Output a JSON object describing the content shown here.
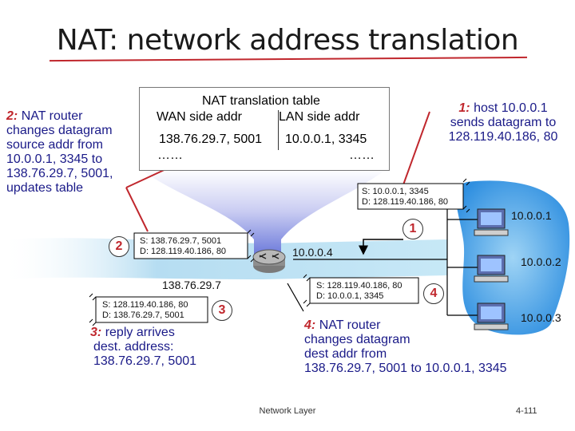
{
  "title": "NAT: network address translation",
  "table": {
    "heading": "NAT translation table",
    "col_wan": "WAN side addr",
    "col_lan": "LAN side addr",
    "row1_wan": "138.76.29.7, 5001",
    "row1_lan": "10.0.0.1, 3345",
    "ellipsis_left": "……",
    "ellipsis_right": "……"
  },
  "steps": {
    "s1_num": "1:",
    "s1_text": [
      "host 10.0.0.1",
      "sends datagram to",
      "128.119.40.186, 80"
    ],
    "s2_num": "2:",
    "s2_text": [
      "NAT router",
      "changes datagram",
      "source addr from",
      "10.0.0.1, 3345 to",
      "138.76.29.7, 5001,",
      "updates table"
    ],
    "s3_num": "3:",
    "s3_text": [
      "reply arrives",
      "dest. address:",
      "138.76.29.7, 5001"
    ],
    "s4_num": "4:",
    "s4_text": [
      "NAT router",
      "changes datagram",
      "dest addr from",
      "138.76.29.7, 5001 to 10.0.0.1, 3345"
    ]
  },
  "packets": {
    "p1": [
      "S: 10.0.0.1, 3345",
      "D: 128.119.40.186, 80"
    ],
    "p2": [
      "S: 138.76.29.7, 5001",
      "D: 128.119.40.186, 80"
    ],
    "p3": [
      "S: 128.119.40.186, 80",
      "D: 138.76.29.7, 5001"
    ],
    "p4": [
      "S: 128.119.40.186, 80",
      "D: 10.0.0.1, 3345"
    ]
  },
  "circles": {
    "c1": "1",
    "c2": "2",
    "c3": "3",
    "c4": "4"
  },
  "addresses": {
    "router_lan": "10.0.0.4",
    "router_wan": "138.76.29.7",
    "host1": "10.0.0.1",
    "host2": "10.0.0.2",
    "host3": "10.0.0.3"
  },
  "footer": {
    "center": "Network Layer",
    "page": "4-111"
  },
  "colors": {
    "accent_red": "#c0272d",
    "note_blue": "#1a1a88",
    "lan_blue": "#4a9ee0"
  }
}
